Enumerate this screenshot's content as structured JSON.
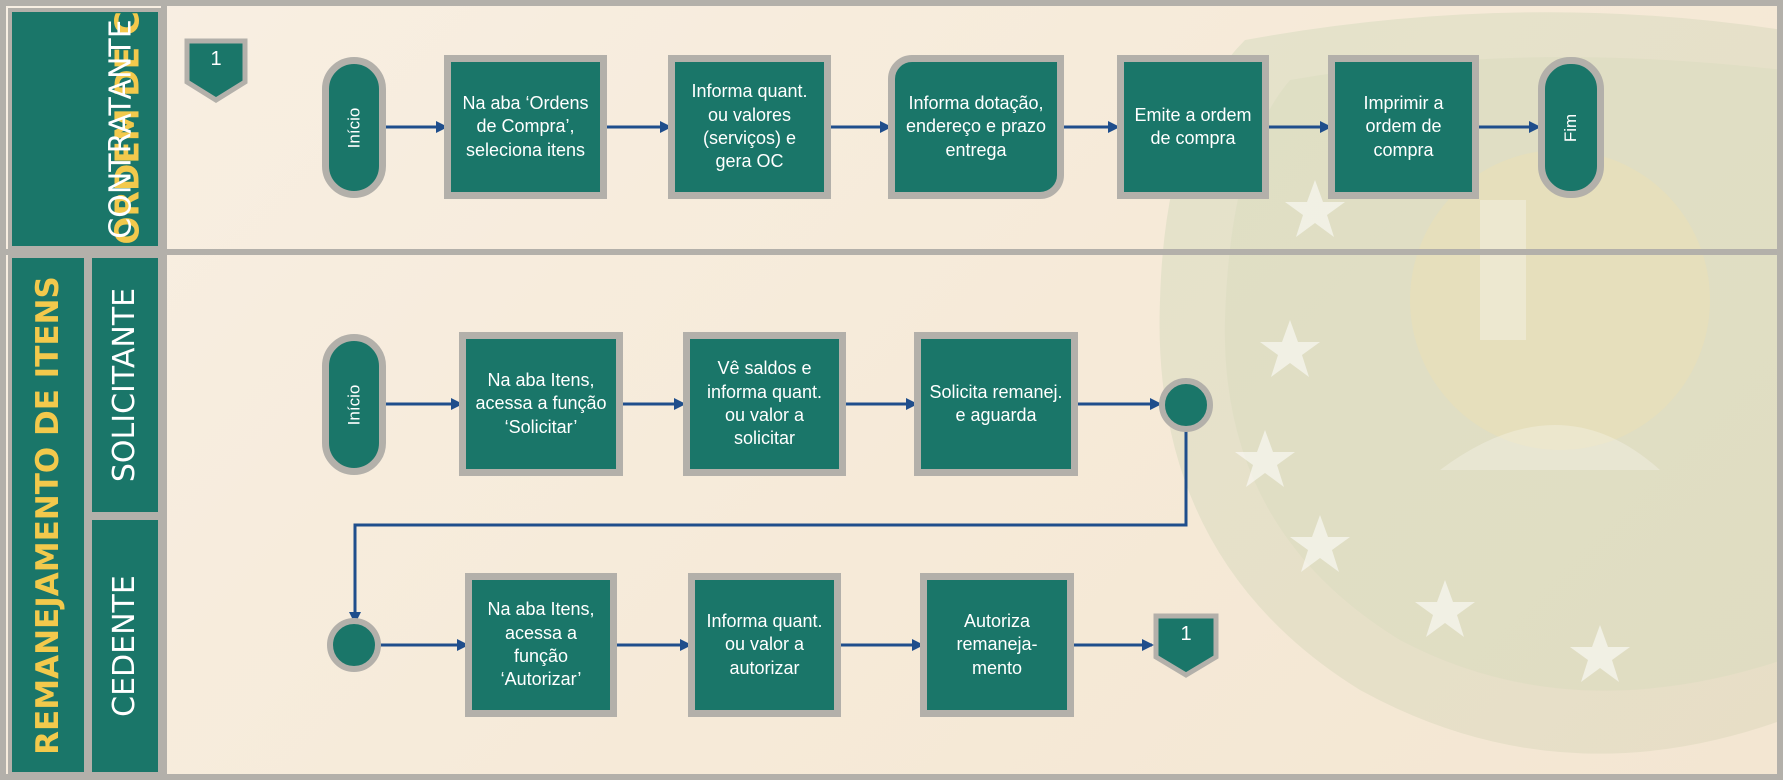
{
  "lanes": {
    "ordem_compra": {
      "title": "ORDEM DE COMPRA",
      "role": "CONTRATANTE"
    },
    "remanejamento": {
      "title": "REMANEJAMENTO DE ITENS",
      "role_top": "SOLICITANTE",
      "role_bottom": "CEDENTE"
    }
  },
  "flow_ordem_compra": {
    "connector_top": "1",
    "start": "Início",
    "steps": [
      "Na aba ‘Ordens de Compra’, seleciona itens",
      "Informa quant. ou valores (serviços) e gera OC",
      "Informa dotação, endereço e prazo entrega",
      "Emite a ordem de compra",
      "Imprimir a ordem de compra"
    ],
    "end": "Fim"
  },
  "flow_solicitante": {
    "start": "Início",
    "steps": [
      "Na aba Itens, acessa a função ‘Solicitar’",
      "Vê saldos e informa quant. ou valor a solicitar",
      "Solicita remanej. e aguarda"
    ]
  },
  "flow_cedente": {
    "steps": [
      "Na aba Itens, acessa a função ‘Autorizar’",
      "Informa quant. ou valor a autorizar",
      "Autoriza remaneja-mento"
    ],
    "connector_end": "1"
  },
  "colors": {
    "box": "#1a7669",
    "border": "#b3b0aa",
    "arrow": "#1f4e8c",
    "title_yellow": "#f2c94c"
  }
}
